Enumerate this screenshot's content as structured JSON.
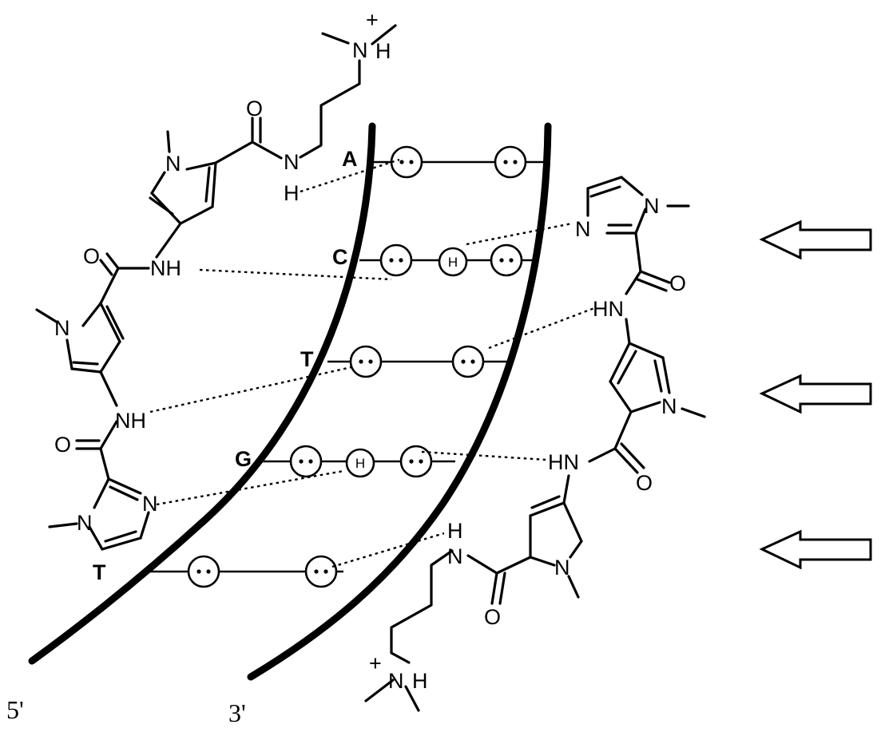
{
  "strands": {
    "five_prime": "5'",
    "three_prime": "3'"
  },
  "bases": [
    "A",
    "C",
    "T",
    "G",
    "T"
  ],
  "atoms": {
    "N": "N",
    "NH": "NH",
    "HN": "HN",
    "H": "H",
    "O": "O",
    "plus": "+",
    "hbond_donor": "H"
  },
  "arrows": {
    "count": 3,
    "direction": "left"
  }
}
